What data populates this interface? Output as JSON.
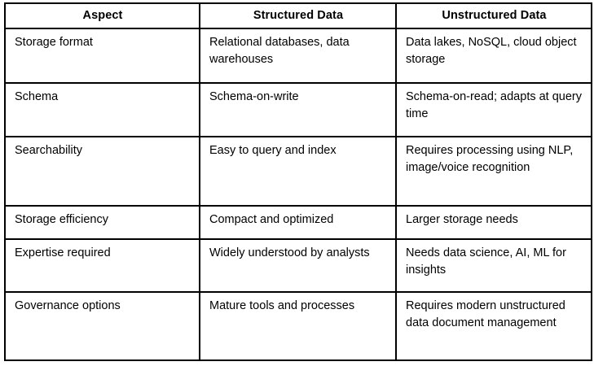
{
  "document": {
    "type": "comparison-table",
    "background_color": "#ffffff",
    "text_color": "#000000",
    "border_color": "#000000"
  },
  "table": {
    "columns": [
      {
        "key": "aspect",
        "header": "Aspect",
        "align": "center"
      },
      {
        "key": "struct",
        "header": "Structured Data",
        "align": "center"
      },
      {
        "key": "unstruct",
        "header": "Unstructured Data",
        "align": "center"
      }
    ],
    "rows": [
      {
        "aspect": "Storage format",
        "struct": "Relational databases, data warehouses",
        "unstruct": "Data lakes, NoSQL, cloud object storage"
      },
      {
        "aspect": "Schema",
        "struct": "Schema-on-write",
        "unstruct": "Schema-on-read; adapts at query time"
      },
      {
        "aspect": "Searchability",
        "struct": "Easy to query and index",
        "unstruct": "Requires processing using NLP, image/voice recognition"
      },
      {
        "aspect": "Storage efficiency",
        "struct": "Compact and optimized",
        "unstruct": "Larger storage needs"
      },
      {
        "aspect": "Expertise required",
        "struct": "Widely understood by analysts",
        "unstruct": "Needs data science, AI, ML for insights"
      },
      {
        "aspect": "Governance options",
        "struct": "Mature tools and processes",
        "unstruct": "Requires modern unstructured data document management"
      }
    ]
  }
}
